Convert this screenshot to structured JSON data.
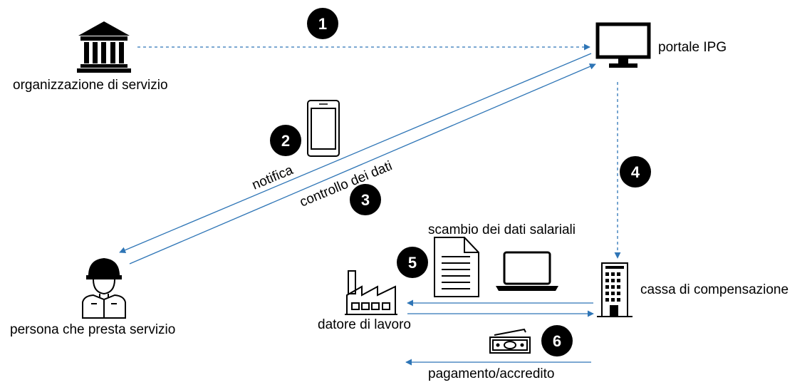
{
  "nodes": {
    "organization": "organizzazione di servizio",
    "portal": "portale IPG",
    "person": "persona che presta servizio",
    "employer": "datore di lavoro",
    "fund": "cassa di compensazione"
  },
  "edges": {
    "notification": "notifica",
    "data_check": "controllo dei dati",
    "salary_exchange": "scambio dei dati salariali",
    "payment": "pagamento/accredito"
  },
  "steps": [
    "1",
    "2",
    "3",
    "4",
    "5",
    "6"
  ],
  "colors": {
    "arrow": "#2E75B6",
    "icon": "#000000"
  }
}
